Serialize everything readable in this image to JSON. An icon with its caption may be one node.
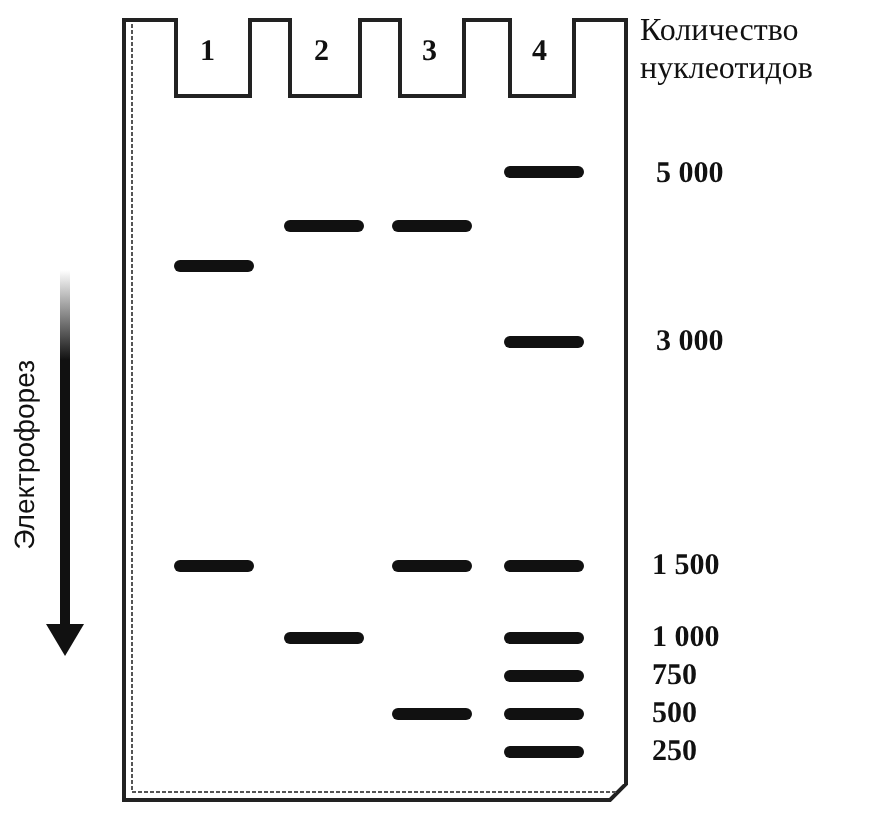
{
  "diagram": {
    "labels": [
      "1",
      "2",
      "3",
      "4",
      "Количество нуклеотидов",
      "5 000",
      "3 000",
      "Электрофорез",
      "1 500",
      "1 000",
      "750",
      "500",
      "250"
    ]
  }
}
